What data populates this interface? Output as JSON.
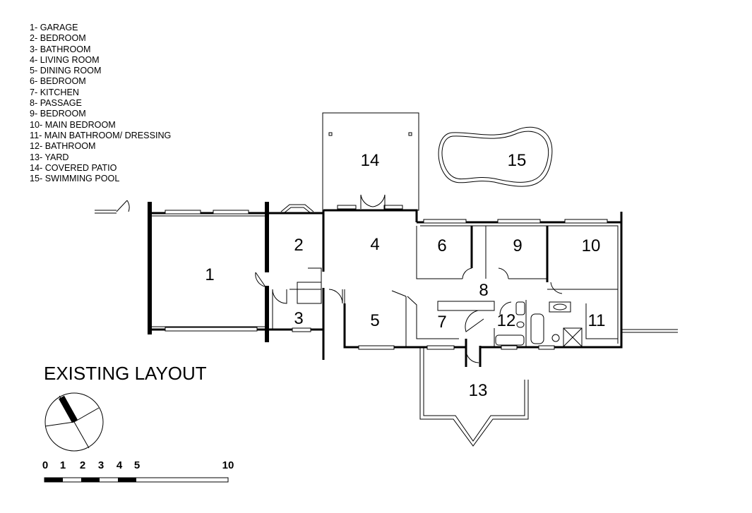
{
  "legend": [
    "1- GARAGE",
    "2- BEDROOM",
    "3- BATHROOM",
    "4- LIVING ROOM",
    "5- DINING ROOM",
    "6- BEDROOM",
    "7- KITCHEN",
    "8- PASSAGE",
    "9- BEDROOM",
    "10- MAIN BEDROOM",
    "11- MAIN BATHROOM/ DRESSING",
    "12- BATHROOM",
    "13- YARD",
    "14- COVERED PATIO",
    "15- SWIMMING POOL"
  ],
  "title": "EXISTING LAYOUT",
  "rooms": {
    "r1": "1",
    "r2": "2",
    "r3": "3",
    "r4": "4",
    "r5": "5",
    "r6": "6",
    "r7": "7",
    "r8": "8",
    "r9": "9",
    "r10": "10",
    "r11": "11",
    "r12": "12",
    "r13": "13",
    "r14": "14",
    "r15": "15"
  },
  "scale_bar": {
    "labels": [
      "0",
      "1",
      "2",
      "3",
      "4",
      "5",
      "10"
    ]
  }
}
